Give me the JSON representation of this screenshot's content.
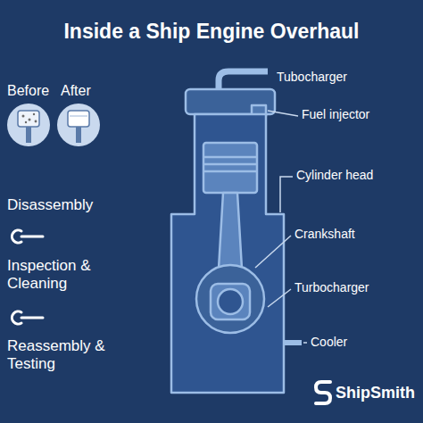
{
  "diagram": {
    "title": "Inside a Ship Engine Overhaul",
    "labels": [
      "Before",
      "After",
      "Disassembly",
      "Inspection & Cleaning",
      "Reassembly & Testing",
      "Tubocharger",
      "Fuel injector",
      "Cylinder head",
      "Crankshaft",
      "Turbocharger",
      "Cooler",
      "ShipSmith"
    ]
  }
}
